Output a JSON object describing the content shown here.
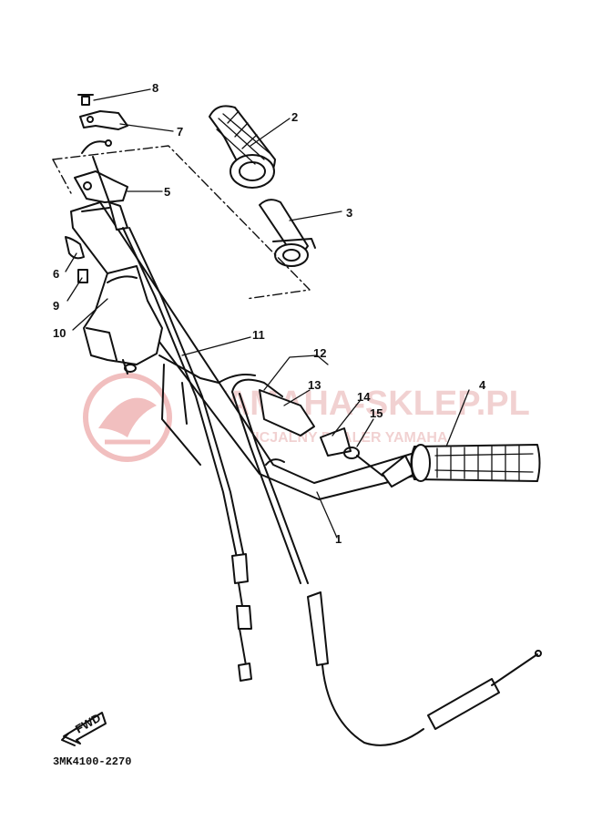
{
  "diagram": {
    "part_code": "3MK4100-2270",
    "direction_label": "FWD",
    "watermark": {
      "brand": "YAMAHA-SKLEP.PL",
      "subtitle": "OFICJALNY DEALER YAMAHA",
      "brand_color": "#e8a0a0"
    },
    "callouts": [
      {
        "id": "1",
        "label": "1"
      },
      {
        "id": "2",
        "label": "2"
      },
      {
        "id": "3",
        "label": "3"
      },
      {
        "id": "4",
        "label": "4"
      },
      {
        "id": "5",
        "label": "5"
      },
      {
        "id": "6",
        "label": "6"
      },
      {
        "id": "7",
        "label": "7"
      },
      {
        "id": "8",
        "label": "8"
      },
      {
        "id": "9",
        "label": "9"
      },
      {
        "id": "10",
        "label": "10"
      },
      {
        "id": "11",
        "label": "11"
      },
      {
        "id": "12",
        "label": "12"
      },
      {
        "id": "13",
        "label": "13"
      },
      {
        "id": "14",
        "label": "14"
      },
      {
        "id": "15",
        "label": "15"
      }
    ]
  }
}
